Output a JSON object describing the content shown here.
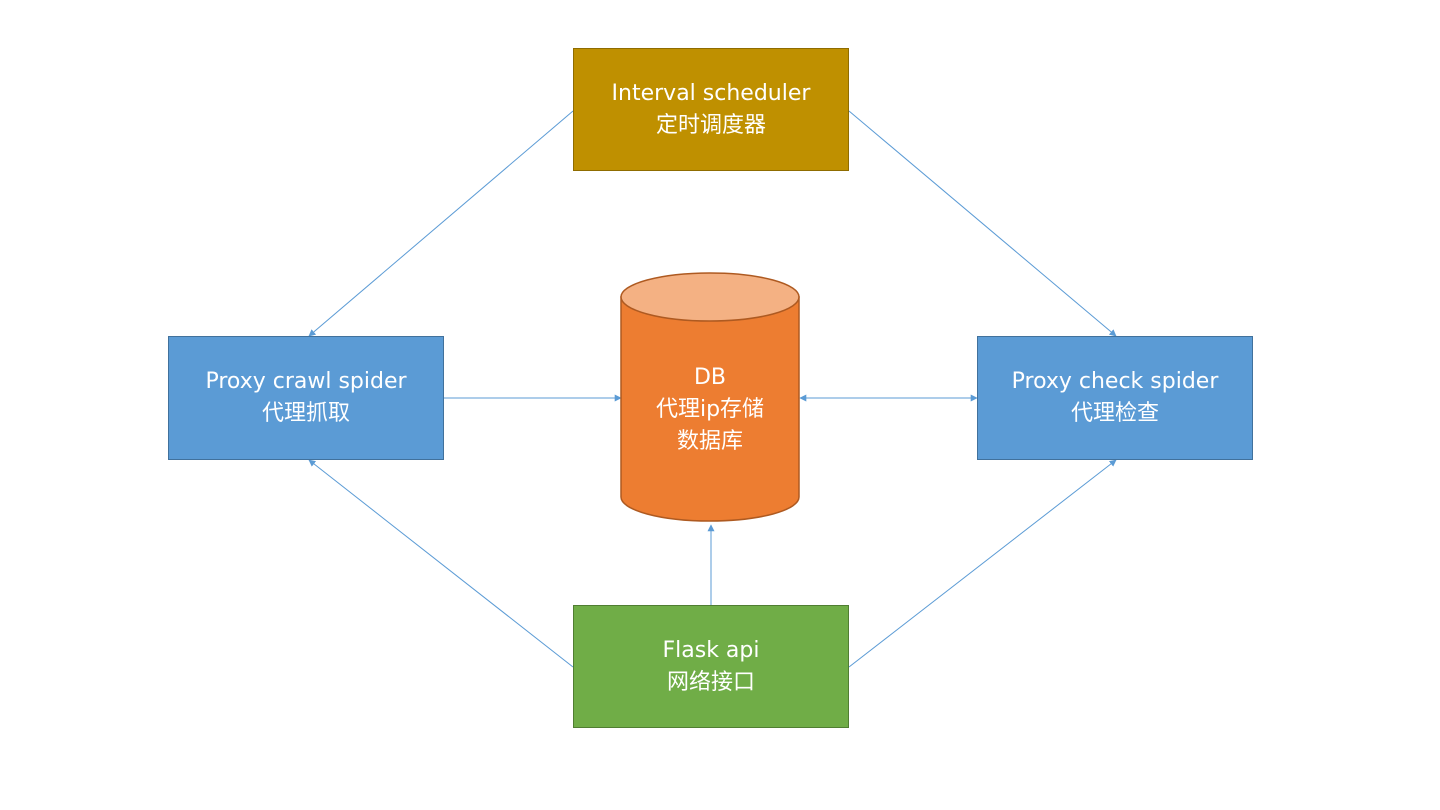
{
  "colors": {
    "scheduler_fill": "#BF9000",
    "scheduler_border": "#8F6C00",
    "spider_fill": "#5B9BD5",
    "spider_border": "#41719C",
    "flask_fill": "#70AD47",
    "flask_border": "#507E32",
    "db_body": "#ED7D31",
    "db_top": "#F4B183",
    "db_border": "#AE5A21",
    "arrow": "#5B9BD5"
  },
  "nodes": {
    "scheduler": {
      "line1": "Interval scheduler",
      "line2": "定时调度器"
    },
    "crawl": {
      "line1": "Proxy crawl spider",
      "line2": "代理抓取"
    },
    "check": {
      "line1": "Proxy check spider",
      "line2": "代理检查"
    },
    "flask": {
      "line1": "Flask api",
      "line2": "网络接口"
    },
    "db": {
      "line1": "DB",
      "line2": "代理ip存储",
      "line3": "数据库"
    }
  }
}
